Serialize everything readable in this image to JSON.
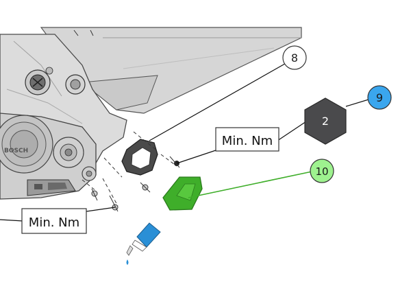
{
  "diagram": {
    "callouts": [
      {
        "id": "8",
        "label": "8",
        "fill": "#ffffff",
        "stroke": "#333333",
        "text_color": "#222222"
      },
      {
        "id": "9",
        "label": "9",
        "fill": "#3aa6ee",
        "stroke": "#333333",
        "text_color": "#1a1a1a"
      },
      {
        "id": "10",
        "label": "10",
        "fill": "#9ef28f",
        "stroke": "#333333",
        "text_color": "#1a1a1a"
      }
    ],
    "torque_labels": [
      {
        "id": "torque-label-right",
        "text": "Min. Nm"
      },
      {
        "id": "torque-label-left",
        "text": "Min. Nm"
      }
    ],
    "hex_key_size": "2",
    "motor_brand": "BOSCH",
    "colors": {
      "frame": "#d8d8d8",
      "frame_dark": "#8a8a8a",
      "highlight_green": "#3fae2a",
      "leader_green": "#3fae2a",
      "hex_fill": "#4a4a4c",
      "threadlock_blue": "#2a8fd6"
    }
  }
}
